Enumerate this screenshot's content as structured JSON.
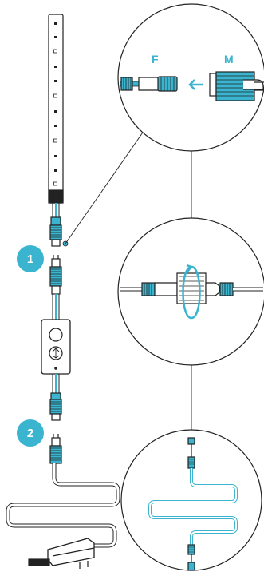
{
  "steps": [
    {
      "label": "1"
    },
    {
      "label": "2"
    }
  ],
  "connector": {
    "female_label": "F",
    "male_label": "M"
  },
  "colors": {
    "accent": "#3ab4cf",
    "line": "#222222",
    "bg": "#ffffff"
  },
  "icons": {
    "arrow": "arrow-left-icon",
    "rotate": "rotate-arrow-icon",
    "power_button": "power-button-icon",
    "mode_button": "mode-button-icon"
  }
}
